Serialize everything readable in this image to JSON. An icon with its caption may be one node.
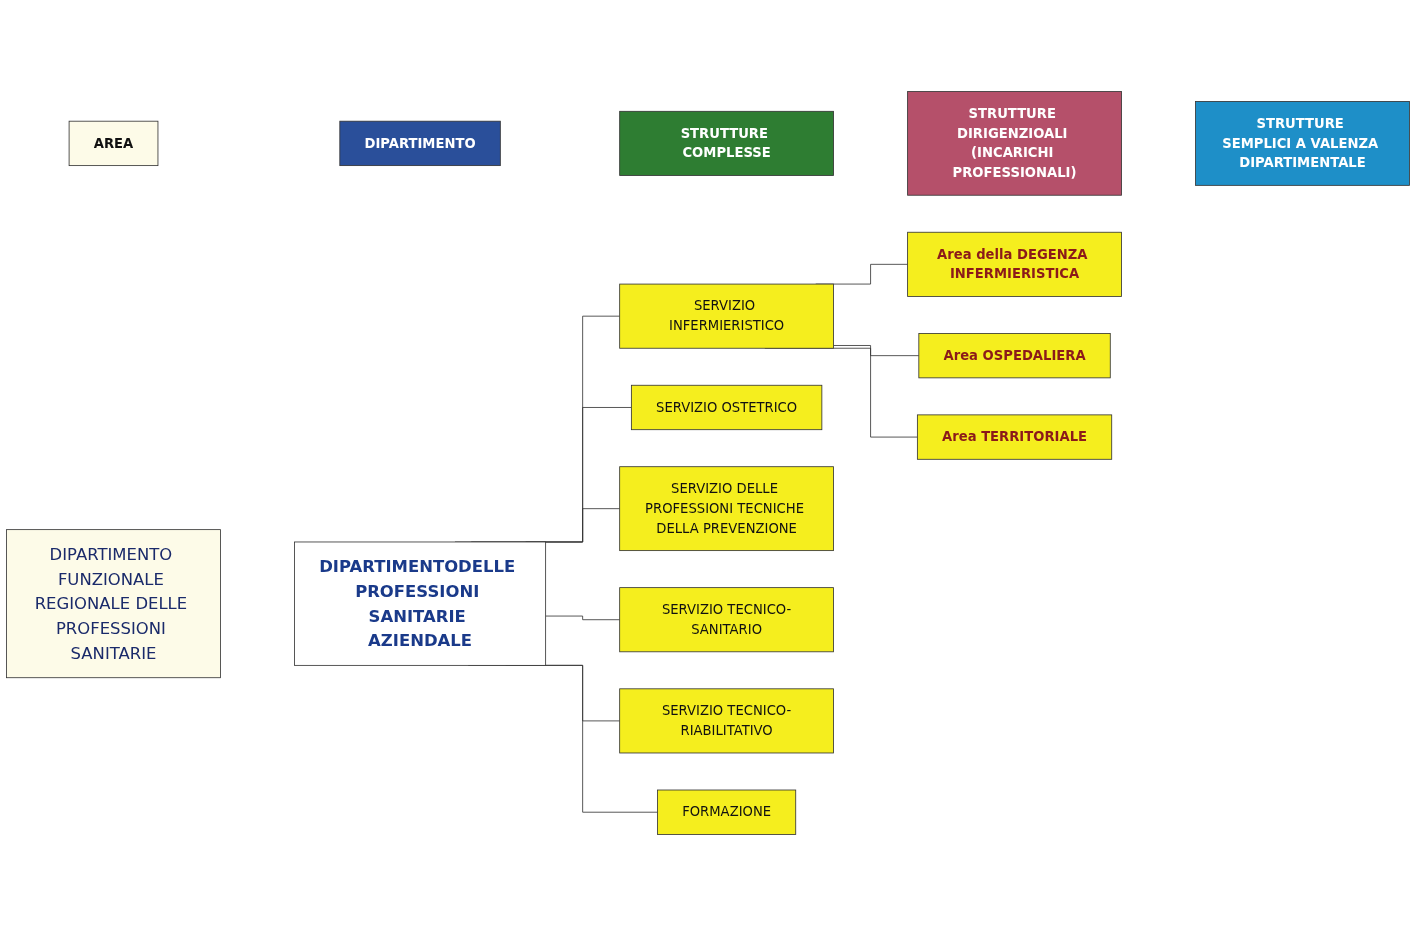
{
  "diagram": {
    "nodes": [
      {
        "text": [
          "AREA"
        ]
      },
      {
        "text": [
          "DIPARTIMENTO"
        ]
      },
      {
        "text": [
          "STRUTTURE COMPLESSE"
        ]
      },
      {
        "text": [
          "STRUTTURE DIRIGENZIOALI (INCARICHI PROFESSIONALI)"
        ]
      },
      {
        "text": [
          "STRUTTURE SEMPLICI A VALENZA DIPARTIMENTALE"
        ]
      },
      {
        "text": [
          "DIPARTIMENTO FUNZIONALE REGIONALE DELLE PROFESSIONI SANITARIE"
        ]
      },
      {
        "text": [
          "DIPARTIMENTODELLE PROFESSIONI SANITARIE AZIENDALE"
        ]
      },
      {
        "text": [
          "SERVIZIO INFERMIERISTICO"
        ]
      },
      {
        "text": [
          "Area della DEGENZA INFERMIERISTICA"
        ]
      },
      {
        "text": [
          "Area OSPEDALIERA"
        ]
      },
      {
        "text": [
          "Area TERRITORIALE"
        ]
      },
      {
        "text": [
          "SERVIZIO OSTETRICO"
        ]
      },
      {
        "text": [
          "SERVIZIO DELLE PROFESSIONI TECNICHE DELLA PREVENZIONE"
        ]
      },
      {
        "text": [
          "SERVIZIO TECNICO-SANITARIO"
        ]
      },
      {
        "text": [
          "SERVIZIO TECNICO-RIABILITATIVO"
        ]
      },
      {
        "text": [
          "FORMAZIONE"
        ]
      }
    ],
    "edges": [
      {
        "from": 6,
        "to": 7,
        "arrow": "none"
      },
      {
        "from": 7,
        "to": 8,
        "arrow": "none"
      },
      {
        "from": 7,
        "to": 9,
        "arrow": "none"
      },
      {
        "from": 7,
        "to": 10,
        "arrow": "none"
      },
      {
        "from": 6,
        "to": 11,
        "arrow": "none"
      },
      {
        "from": 6,
        "to": 12,
        "arrow": "none"
      },
      {
        "from": 6,
        "to": 13,
        "arrow": "none"
      },
      {
        "from": 6,
        "to": 14,
        "arrow": "none"
      },
      {
        "from": 6,
        "to": 15,
        "arrow": "none"
      }
    ]
  }
}
